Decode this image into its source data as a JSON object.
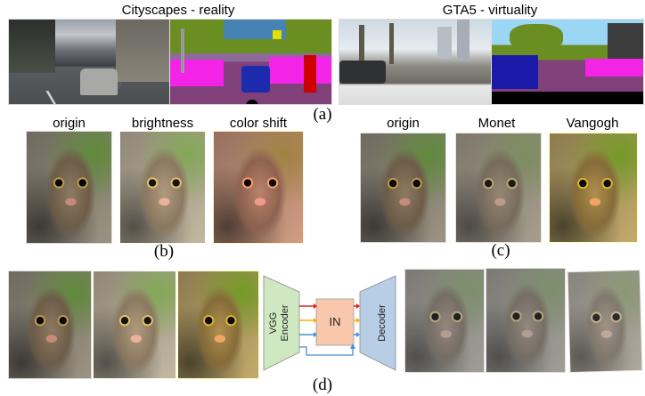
{
  "row_a": {
    "left_title": "Cityscapes - reality",
    "right_title": "GTA5 - virtuality",
    "caption": "(a)"
  },
  "row_b": {
    "labels": [
      "origin",
      "brightness",
      "color shift"
    ],
    "caption": "(b)"
  },
  "row_c": {
    "labels": [
      "origin",
      "Monet",
      "Vangogh"
    ],
    "caption": "(c)"
  },
  "row_d": {
    "encoder_label": "VGG Encoder",
    "encoder_line1": "VGG",
    "encoder_line2": "Encoder",
    "in_label": "IN",
    "decoder_label": "Decoder",
    "caption": "(d)"
  },
  "colors": {
    "encoder_fill": "#cfe8c2",
    "decoder_fill": "#b8cde6",
    "in_fill": "#f9c7ac",
    "arrow_red": "#e11b1b",
    "arrow_yellow": "#f0b400",
    "arrow_blue": "#4a8fd0"
  }
}
